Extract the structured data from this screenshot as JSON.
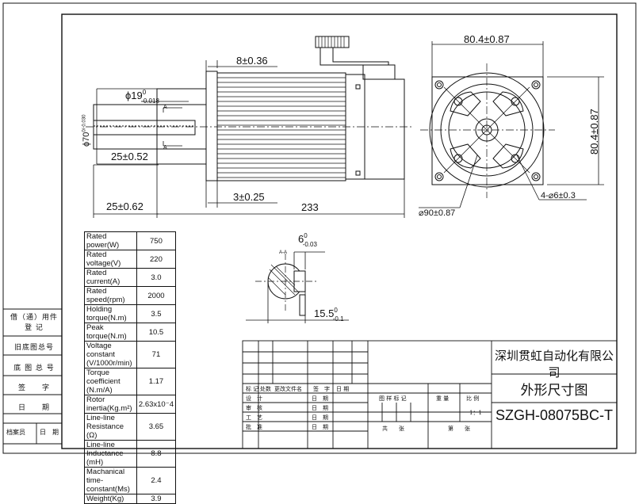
{
  "drawing": {
    "company": "深圳贯虹自动化有限公司",
    "drawing_title": "外形尺寸图",
    "model": "SZGH-08075BC-T",
    "scale": "1：1"
  },
  "dimensions": {
    "shaft_diameter": "ϕ19",
    "shaft_tol_upper": "0",
    "shaft_tol_lower": "-0.018",
    "flange_pilot": "ϕ70",
    "flange_pilot_tol": "0/-0.030",
    "shaft_length": "25±0.52",
    "shaft_ext": "25±0.62",
    "flange_thickness": "8±0.36",
    "pilot_depth": "3±0.25",
    "body_length": "233",
    "square_width": "80.4±0.87",
    "square_height": "80.4±0.87",
    "bolt_circle": "⌀90±0.87",
    "holes": "4-⌀6±0.3",
    "key_width": "6",
    "key_tol_upper": "0",
    "key_tol_lower": "-0.03",
    "key_height": "15.5",
    "key_h_tol_upper": "0",
    "key_h_tol_lower": "-0.1",
    "section_label": "A-A",
    "section_mark": "A"
  },
  "specs": [
    {
      "label": "Rated power(W)",
      "value": "750"
    },
    {
      "label": "Rated voltage(V)",
      "value": "220"
    },
    {
      "label": "Rated current(A)",
      "value": "3.0"
    },
    {
      "label": "Rated speed(rpm)",
      "value": "2000"
    },
    {
      "label": "Holding torque(N.m)",
      "value": "3.5"
    },
    {
      "label": "Peak torque(N.m)",
      "value": "10.5"
    },
    {
      "label": "Voltage constant (V/1000r/min)",
      "value": "71"
    },
    {
      "label": "Torque coefficient (N.m/A)",
      "value": "1.17"
    },
    {
      "label": "Rotor inertia(Kg.m²)",
      "value": "2.63x10⁻4"
    },
    {
      "label": "Line-line Resistance (Ω)",
      "value": "3.65"
    },
    {
      "label": "Line-line Inductance (mH)",
      "value": "8.8"
    },
    {
      "label": "Machanical time-constant(Ms)",
      "value": "2.4"
    },
    {
      "label": "Weight(Kg)",
      "value": "3.9"
    }
  ],
  "side_labels": {
    "used_by": "借（通）用件 登 记",
    "old_drawing": "旧底图总号",
    "base_drawing": "底 图 总 号",
    "sign": "签　　字",
    "date": "日　　期",
    "archive_no": "档案员",
    "archive_date": "日　期"
  },
  "title_block": {
    "mark": "标 记",
    "count": "处数",
    "change_doc": "更改文件名",
    "signature": "签　字",
    "date": "日 期",
    "design": "设　计",
    "check": "审　核",
    "process": "工　艺",
    "approve": "批　准",
    "date_short": "日　期",
    "stage_mark": "图 样 标 记",
    "weight": "重 量",
    "scale_label": "比 例",
    "total": "共　　张",
    "sheet": "第　　张"
  }
}
